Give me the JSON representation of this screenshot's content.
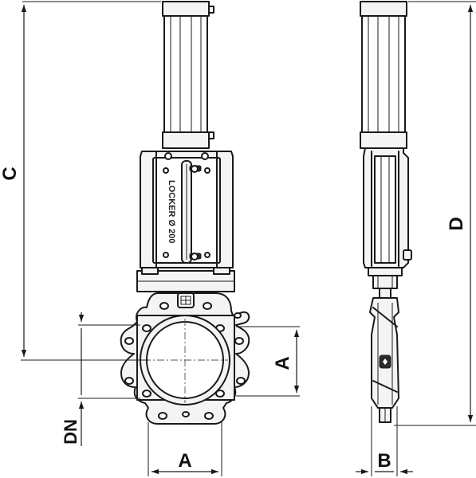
{
  "dimensions": {
    "c_label": "C",
    "d_label": "D",
    "a_label_front": "A",
    "a_label_flange": "A",
    "dn_label": "DN",
    "b_label": "B"
  },
  "actuator": {
    "engraving": "LOCKER Ø 200"
  }
}
